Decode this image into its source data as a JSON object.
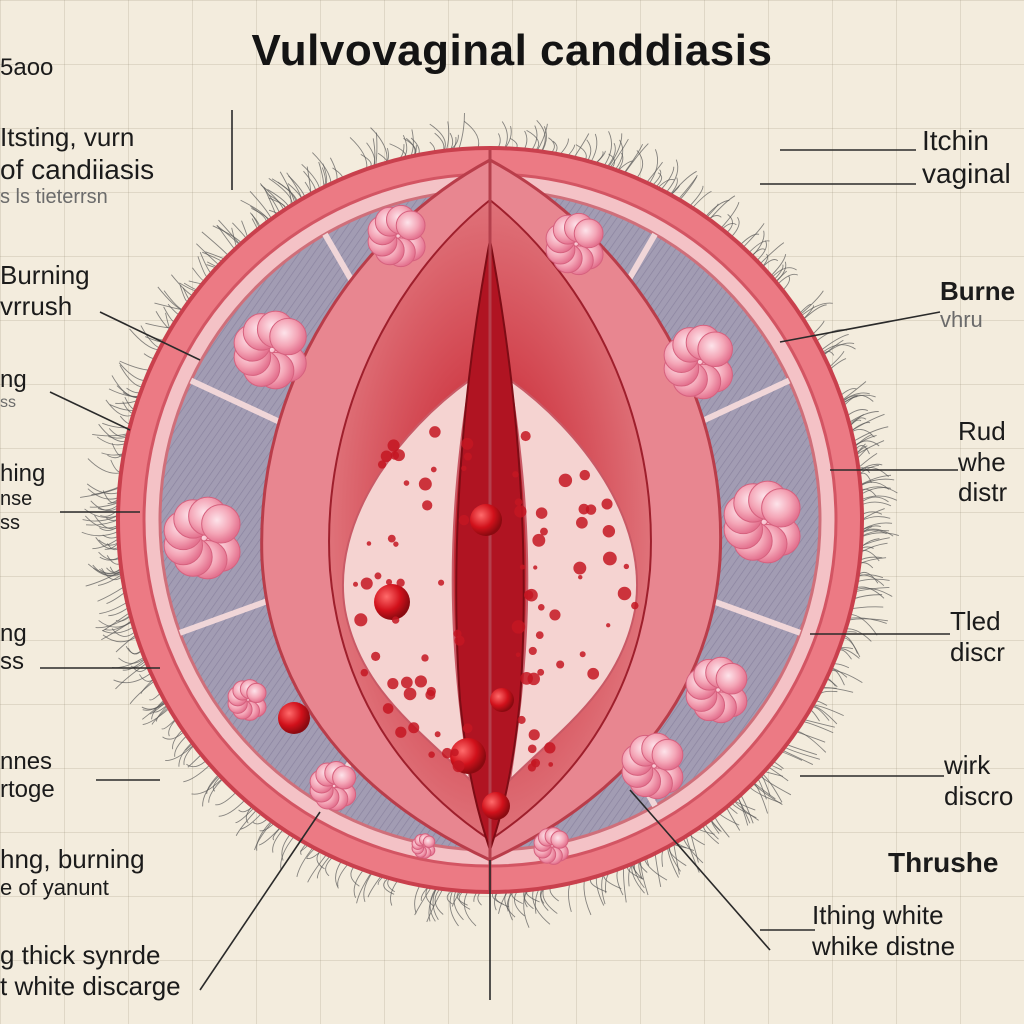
{
  "title": "Vulvovaginal canddiasis",
  "labels": {
    "left": [
      {
        "lines": [
          "5aoo"
        ]
      },
      {
        "lines": [
          "Itsting, vurn",
          "of candiiasis",
          "s ls tieterrsn"
        ]
      },
      {
        "lines": [
          "Burning",
          "vrrush"
        ]
      },
      {
        "lines": [
          "ng",
          "ss"
        ]
      },
      {
        "lines": [
          "hing",
          "nse",
          "ss"
        ]
      },
      {
        "lines": [
          "ng",
          "ss"
        ]
      },
      {
        "lines": [
          "nnes",
          "rtoge"
        ]
      },
      {
        "lines": [
          "hng, burning",
          "e of yanunt"
        ]
      },
      {
        "lines": [
          "g thick synrde",
          "t white discarge"
        ]
      }
    ],
    "right": [
      {
        "lines": [
          "Itchin",
          "vaginal"
        ]
      },
      {
        "lines": [
          "Burne",
          "vhru"
        ]
      },
      {
        "lines": [
          "Rud",
          "whe",
          "distr"
        ]
      },
      {
        "lines": [
          "Tled",
          "discr"
        ]
      },
      {
        "lines": [
          "wirk",
          "discro"
        ]
      },
      {
        "lines": [
          "Thrushe"
        ]
      },
      {
        "lines": [
          "Ithing white",
          "whike distne"
        ]
      }
    ]
  },
  "colors": {
    "background": "#f3ecdd",
    "outer_ring": "#e9717d",
    "quadrant": "#9c96ad",
    "inner_tissue": "#d84a56",
    "lesion": "#f2a3b4",
    "blood": "#c8121c"
  }
}
